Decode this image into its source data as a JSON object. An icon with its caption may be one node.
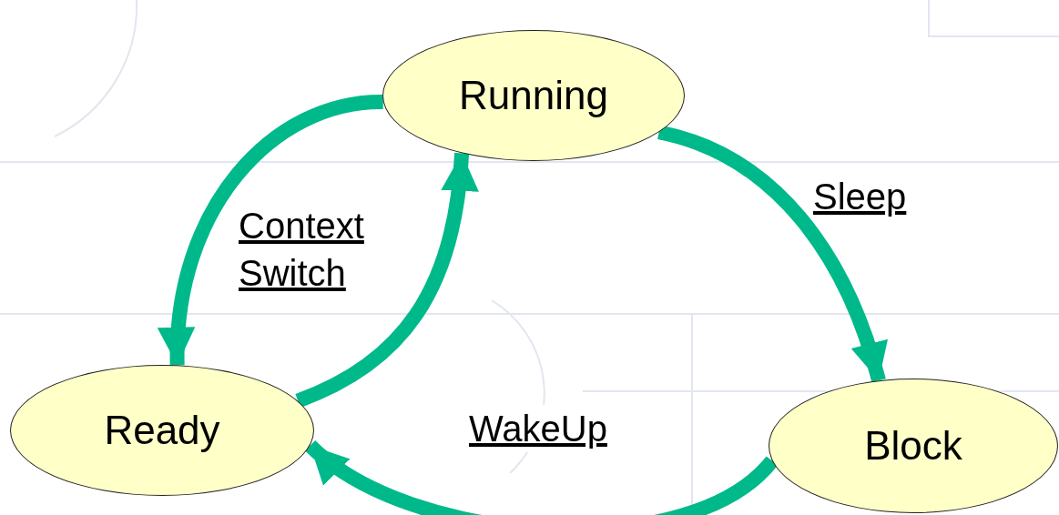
{
  "diagram": {
    "nodes": [
      {
        "text": [
          "Running"
        ]
      },
      {
        "text": [
          "Ready"
        ]
      },
      {
        "text": [
          "Block"
        ]
      }
    ],
    "edges": [
      {
        "from": 0,
        "to": 1,
        "arrow": "to",
        "label": "Context Switch"
      },
      {
        "from": 1,
        "to": 0,
        "arrow": "to"
      },
      {
        "from": 0,
        "to": 2,
        "arrow": "to",
        "label": "Sleep"
      },
      {
        "from": 2,
        "to": 1,
        "arrow": "to",
        "label": "WakeUp"
      }
    ]
  }
}
